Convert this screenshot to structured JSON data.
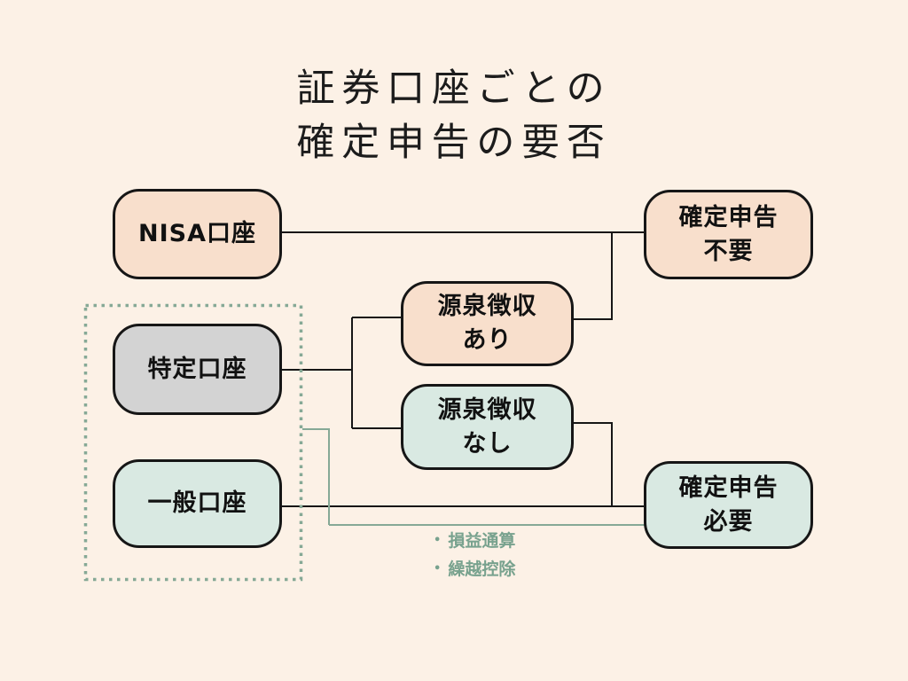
{
  "title": {
    "line1": "証券口座ごとの",
    "line2": "確定申告の要否"
  },
  "nodes": {
    "nisa": {
      "label": "NISA口座"
    },
    "tokutei": {
      "label": "特定口座"
    },
    "ippan": {
      "label": "一般口座"
    },
    "gensen_ari": {
      "line1": "源泉徴収",
      "line2": "あり"
    },
    "gensen_nashi": {
      "line1": "源泉徴収",
      "line2": "なし"
    },
    "shinkoku_fuyou": {
      "line1": "確定申告",
      "line2": "不要"
    },
    "shinkoku_hitsuyou": {
      "line1": "確定申告",
      "line2": "必要"
    }
  },
  "notes": {
    "bullet": "•",
    "items": [
      "損益通算",
      "繰越控除"
    ]
  },
  "colors": {
    "bg": "#fcf1e6",
    "peach": "#f8dfcc",
    "teal": "#d9e9e2",
    "gray": "#d3d3d3",
    "ink": "#161616",
    "sage": "#86a996",
    "sage-text": "#78a28e"
  }
}
